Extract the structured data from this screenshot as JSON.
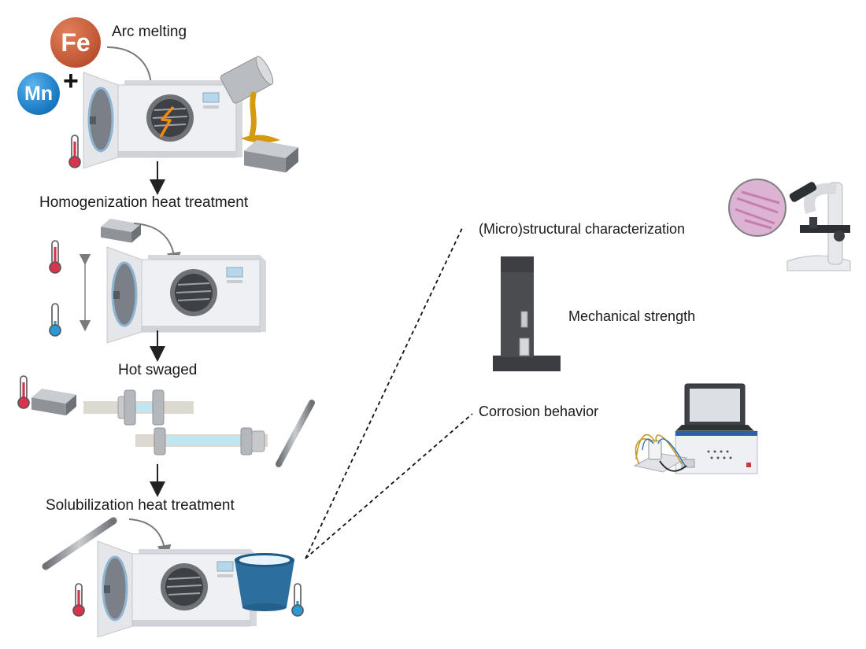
{
  "elements": {
    "fe": {
      "symbol": "Fe",
      "color": "#c45a37"
    },
    "mn": {
      "symbol": "Mn",
      "color": "#1e7fc8"
    },
    "plus": "+"
  },
  "steps": [
    {
      "id": "arc",
      "label": "Arc melting"
    },
    {
      "id": "homog",
      "label": "Homogenization heat treatment"
    },
    {
      "id": "hot",
      "label": "Hot swaged"
    },
    {
      "id": "solub",
      "label": "Solubilization heat treatment"
    }
  ],
  "characterization": [
    {
      "id": "micro",
      "label": "(Micro)structural characterization"
    },
    {
      "id": "mech",
      "label": "Mechanical strength"
    },
    {
      "id": "corr",
      "label": "Corrosion behavior"
    }
  ],
  "icons": [
    "furnace-icon",
    "molten-metal-pour-icon",
    "metal-ingot-icon",
    "thermometer-hot-icon",
    "thermometer-cold-icon",
    "swaging-machine-icon",
    "metal-rod-icon",
    "water-ice-bucket-icon",
    "microscope-icon",
    "tensile-testing-machine-icon",
    "potentiostat-laptop-icon"
  ],
  "colors": {
    "hot": "#d9344d",
    "cold": "#2a9ad6",
    "furnace": "#eceef1",
    "gold": "#d49a10",
    "steel": "#8c8f94"
  }
}
